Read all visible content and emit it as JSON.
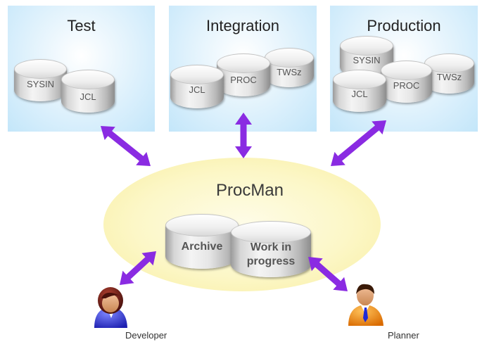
{
  "environments": [
    {
      "name": "Test",
      "datasets": [
        "SYSIN",
        "JCL"
      ]
    },
    {
      "name": "Integration",
      "datasets": [
        "JCL",
        "PROC",
        "TWSz"
      ]
    },
    {
      "name": "Production",
      "datasets": [
        "SYSIN",
        "JCL",
        "PROC",
        "TWSz"
      ]
    }
  ],
  "procman": {
    "title": "ProcMan",
    "repositories": [
      "Archive",
      "Work in progress"
    ]
  },
  "users": [
    {
      "role": "Developer"
    },
    {
      "role": "Planner"
    }
  ],
  "colors": {
    "arrow": "#8a2be2",
    "panel": "#c3e6fa",
    "procman_fill": "#fcf7c7"
  }
}
